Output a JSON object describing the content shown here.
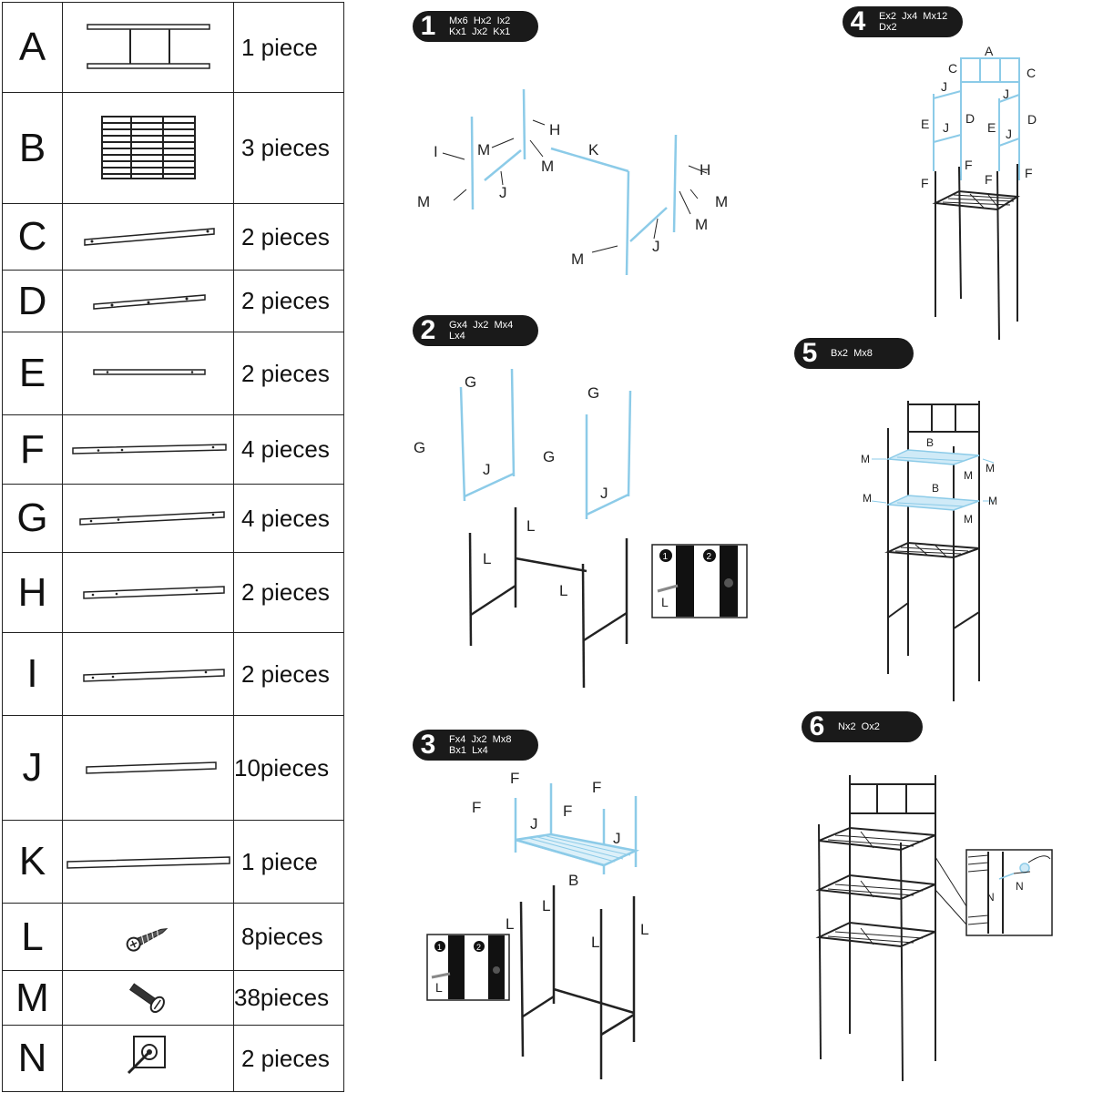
{
  "parts": [
    {
      "letter": "A",
      "qty": "1 piece",
      "image": "frame-panel"
    },
    {
      "letter": "B",
      "qty": "3 pieces",
      "image": "wire-shelf"
    },
    {
      "letter": "C",
      "qty": "2 pieces",
      "image": "tube"
    },
    {
      "letter": "D",
      "qty": "2 pieces",
      "image": "tube"
    },
    {
      "letter": "E",
      "qty": "2 pieces",
      "image": "tube"
    },
    {
      "letter": "F",
      "qty": "4 pieces",
      "image": "tube"
    },
    {
      "letter": "G",
      "qty": "4 pieces",
      "image": "tube"
    },
    {
      "letter": "H",
      "qty": "2 pieces",
      "image": "tube"
    },
    {
      "letter": "I",
      "qty": "2 pieces",
      "image": "tube"
    },
    {
      "letter": "J",
      "qty": "10pieces",
      "image": "rod"
    },
    {
      "letter": "K",
      "qty": "1 piece",
      "image": "long-rod"
    },
    {
      "letter": "L",
      "qty": "8pieces",
      "image": "wood-screw"
    },
    {
      "letter": "M",
      "qty": "38pieces",
      "image": "machine-screw"
    },
    {
      "letter": "N",
      "qty": "2 pieces",
      "image": "wall-anchor"
    }
  ],
  "steps": [
    {
      "number": "1",
      "requirements": "Mx6  Hx2  Ix2\nKx1  Jx2  Kx1",
      "labels": [
        "I",
        "M",
        "H",
        "M",
        "K",
        "M",
        "J",
        "H",
        "M",
        "M",
        "J",
        "M"
      ]
    },
    {
      "number": "2",
      "requirements": "Gx4  Jx2  Mx4\nLx4",
      "labels": [
        "G",
        "G",
        "G",
        "G",
        "J",
        "J",
        "L",
        "L",
        "L"
      ],
      "inset": {
        "markers": [
          "1",
          "2"
        ],
        "label": "L"
      }
    },
    {
      "number": "3",
      "requirements": "Fx4  Jx2  Mx8\nBx1  Lx4",
      "labels": [
        "F",
        "F",
        "F",
        "F",
        "J",
        "J",
        "B",
        "L",
        "L",
        "L",
        "L"
      ],
      "inset": {
        "markers": [
          "1",
          "2"
        ],
        "label": "L"
      }
    },
    {
      "number": "4",
      "requirements": "Ex2  Jx4  Mx12\nDx2",
      "labels": [
        "A",
        "C",
        "C",
        "J",
        "J",
        "E",
        "J",
        "D",
        "E",
        "J",
        "D",
        "F",
        "F",
        "F",
        "F"
      ]
    },
    {
      "number": "5",
      "requirements": "Bx2  Mx8",
      "labels": [
        "B",
        "M",
        "M",
        "M",
        "B",
        "M",
        "M",
        "M"
      ]
    },
    {
      "number": "6",
      "requirements": "Nx2  Ox2",
      "labels": [
        "N",
        "N"
      ]
    }
  ],
  "colors": {
    "ink": "#1a1a1a",
    "highlight": "#8ccbe8"
  }
}
